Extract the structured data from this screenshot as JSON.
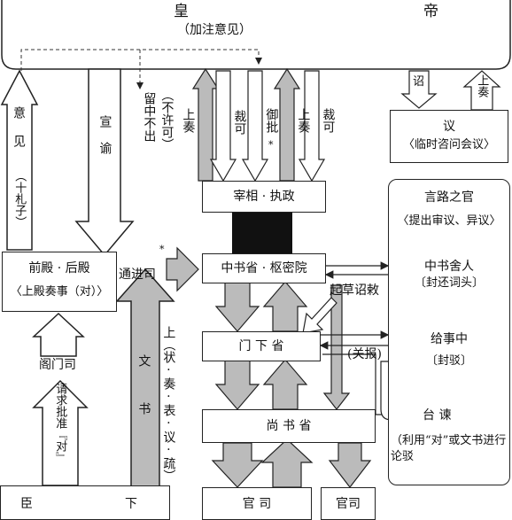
{
  "emperor": {
    "char1": "皇",
    "char2": "帝",
    "sub": "（加注意见）"
  },
  "left_flow": {
    "opinion": "意见",
    "opinion_note": "（十札子）",
    "xuanyu": "宣谕",
    "liuzhong": "留中不出",
    "buxuke": "（不许可）"
  },
  "shangzou_left": "上奏",
  "caike_1": "裁可",
  "yupi": "御批",
  "yupi_mark": "*",
  "shangzou_right": "上奏",
  "caike_2": "裁可",
  "star_left": "*",
  "chancellor": "宰相 · 执政",
  "hall": {
    "title": "前殿 · 后殿",
    "sub": "〈上殿奏事（对）〉"
  },
  "tongjinsi": "通进司",
  "secretariat": "中书省 · 枢密院",
  "qicao": "起草诏敕",
  "chancellery": "门  下  省",
  "guanbao": "(关报)",
  "ministry": "尚  书  省",
  "guansi1": "官  司",
  "guansi2": "官司",
  "gemensi": "阁门司",
  "qingqiu": "请求批准『对』",
  "wenshu": "文书",
  "shang_docs": "上（状·奏·表·议·疏）",
  "subjects": {
    "char1": "臣",
    "char2": "下"
  },
  "zhao": "诏",
  "shangzou_top": "上奏",
  "council": {
    "title": "议",
    "sub": "〈临时咨问会议〉"
  },
  "censors": {
    "title": "言路之官",
    "sub": "〈提出审议、异议〉",
    "zhongshu": "中书舍人",
    "zhongshu_sub": "〔封还词头〕",
    "jishizhong": "给事中",
    "jishizhong_sub": "〔封驳〕",
    "taijian": "台    谏",
    "taijian_sub": "（利用“对”或文书进行论驳"
  }
}
